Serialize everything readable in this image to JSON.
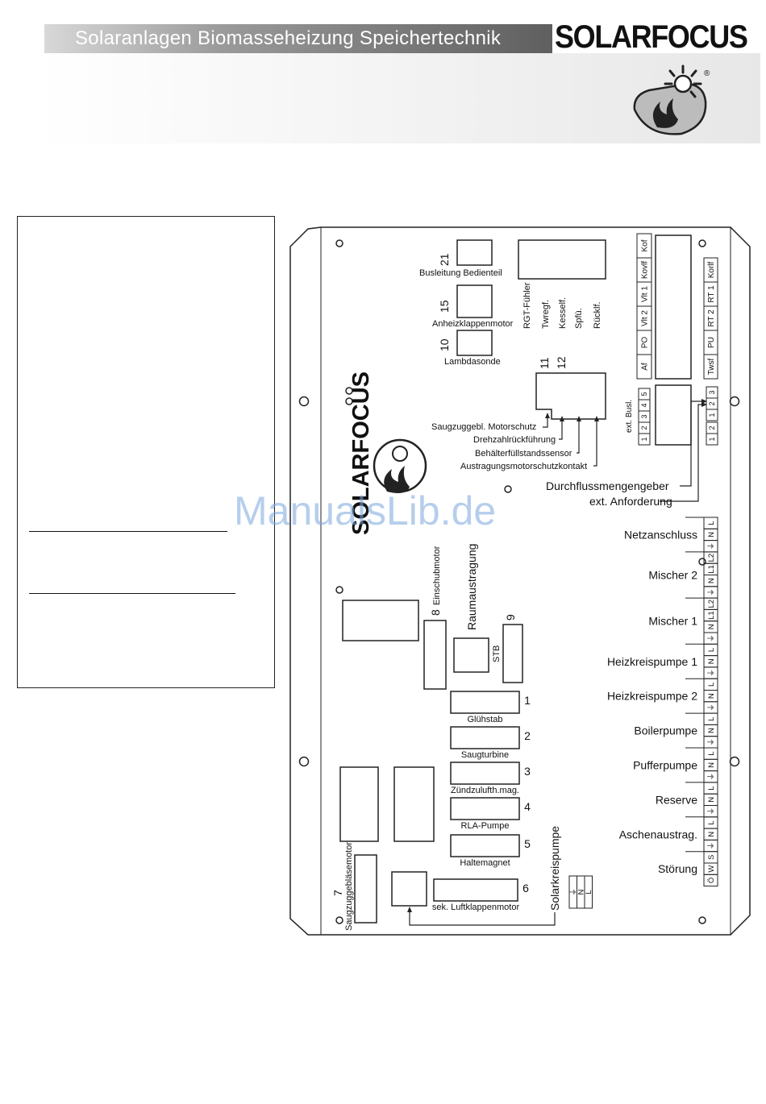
{
  "header": {
    "banner_text": "Solaranlagen Biomasseheizung Speichertechnik",
    "brand": "SOLARFOCUS",
    "registered": "®"
  },
  "board": {
    "brand": "SOLARFOCUS",
    "top_connectors": [
      {
        "num": "21",
        "label": "Busleitung Bedienteil"
      },
      {
        "num": "15",
        "label": "Anheizklappenmotor"
      },
      {
        "num": "10",
        "label": "Lambdasonde"
      }
    ],
    "sensor_labels": [
      "RGT-Fühler",
      "Twregf.",
      "Kesself.",
      "Spfü.",
      "Rücklf."
    ],
    "terminal_nums": [
      "11",
      "12"
    ],
    "top_terminal_labels": [
      "Af",
      "PO",
      "Vlt 2",
      "Vlt 1",
      "Kovlf",
      "Kof"
    ],
    "right_terminal_labels": [
      "Twsf",
      "PU",
      "RT 2",
      "RT 1",
      "Korlf"
    ],
    "bus_label": "ext. Busl.",
    "bus_pins": [
      "1",
      "2",
      "3",
      "4",
      "5"
    ],
    "bus_pins_right_a": [
      "1",
      "2"
    ],
    "bus_pins_right_b": [
      "1",
      "2",
      "3"
    ],
    "arrow_labels": [
      "Saugzuggebl. Motorschutz",
      "Drehzahlrückführung",
      "Behälterfüllstandssensor",
      "Austragungsmotorschutzkontakt"
    ],
    "flow_labels": [
      "Durchflussmengengeber",
      "ext. Anforderung"
    ],
    "outputs": [
      "Netzanschluss",
      "Mischer 2",
      "Mischer 1",
      "Heizkreispumpe 1",
      "Heizkreispumpe 2",
      "Boilerpumpe",
      "Pufferpumpe",
      "Reserve",
      "Aschenaustrag.",
      "Störung"
    ],
    "terminal_letters": {
      "L": "L",
      "N": "N",
      "PE": "⏚",
      "L1": "L1",
      "L2": "L2",
      "S": "S",
      "W": "W",
      "O": "Ö"
    },
    "einschub": {
      "num": "8",
      "label": "Einschubmotor"
    },
    "raumaustragung": "Raumaustragung",
    "stb": {
      "num": "9",
      "label": "STB"
    },
    "relays": [
      {
        "num": "1",
        "label": "Glühstab"
      },
      {
        "num": "2",
        "label": "Saugturbine"
      },
      {
        "num": "3",
        "label": "Zündzulufth.mag."
      },
      {
        "num": "4",
        "label": "RLA-Pumpe"
      },
      {
        "num": "5",
        "label": "Haltemagnet"
      },
      {
        "num": "6",
        "label": "sek. Luftklappenmotor"
      }
    ],
    "saugzug": {
      "num": "7",
      "label": "Saugzuggebläsemotor"
    },
    "solar": "Solarkreispumpe"
  },
  "watermark": "ManualsLib.de"
}
